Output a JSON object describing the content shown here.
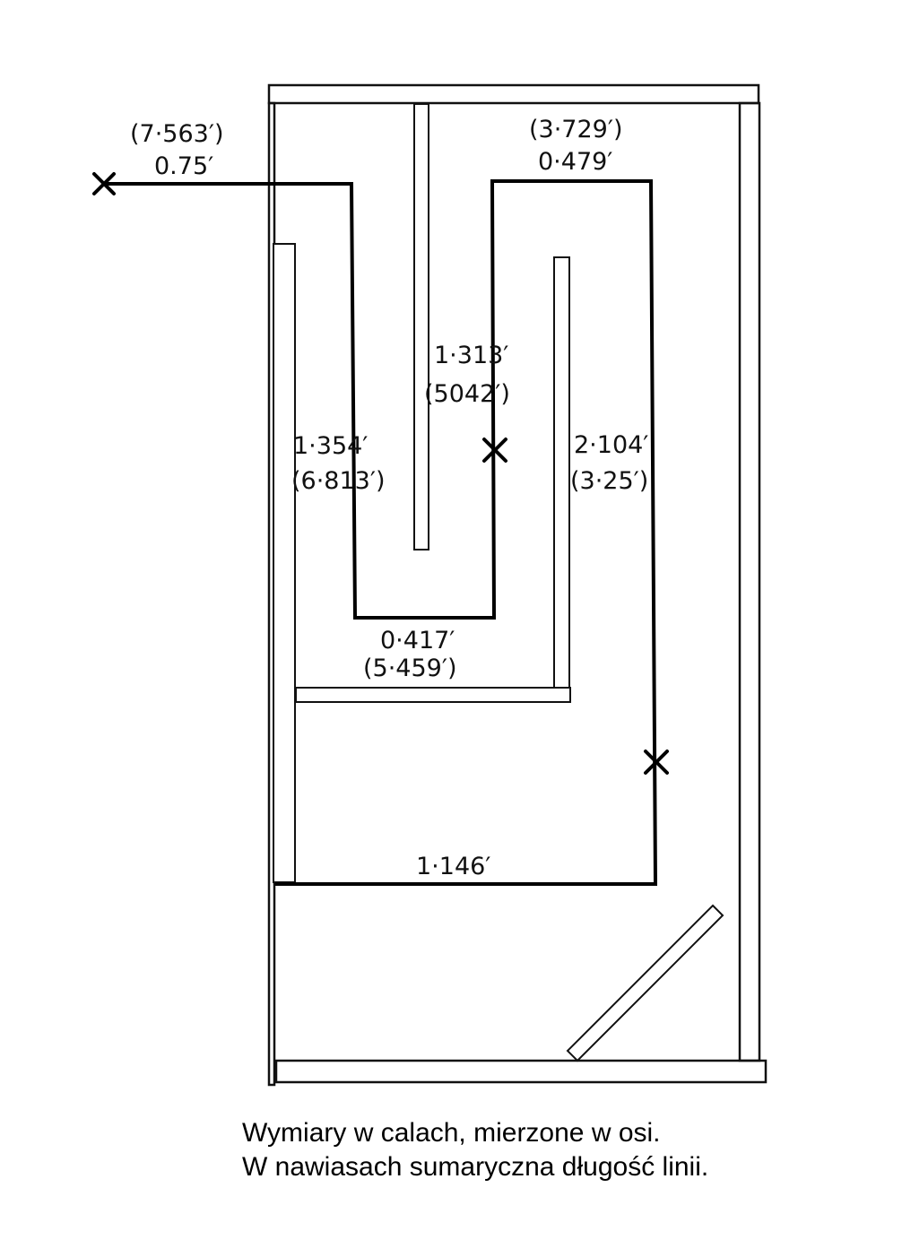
{
  "measurements": {
    "inlet_segment": {
      "length": "0.75′",
      "cumulative": "(7·563′)"
    },
    "left_vertical": {
      "length": "1·354′",
      "cumulative": "(6·813′)"
    },
    "bottom_u": {
      "length": "0·417′",
      "cumulative": "(5·459′)"
    },
    "inner_vertical": {
      "length": "1·313′",
      "cumulative": "(5042′)"
    },
    "top_right": {
      "length": "0·479′",
      "cumulative": "(3·729′)"
    },
    "right_vertical": {
      "length": "2·104′",
      "cumulative": "(3·25′)"
    },
    "bottom_segment": {
      "length": "1·146′"
    }
  },
  "caption": {
    "line1": "Wymiary w calach, mierzone w osi.",
    "line2": "W nawiasach sumaryczna długość linii."
  }
}
